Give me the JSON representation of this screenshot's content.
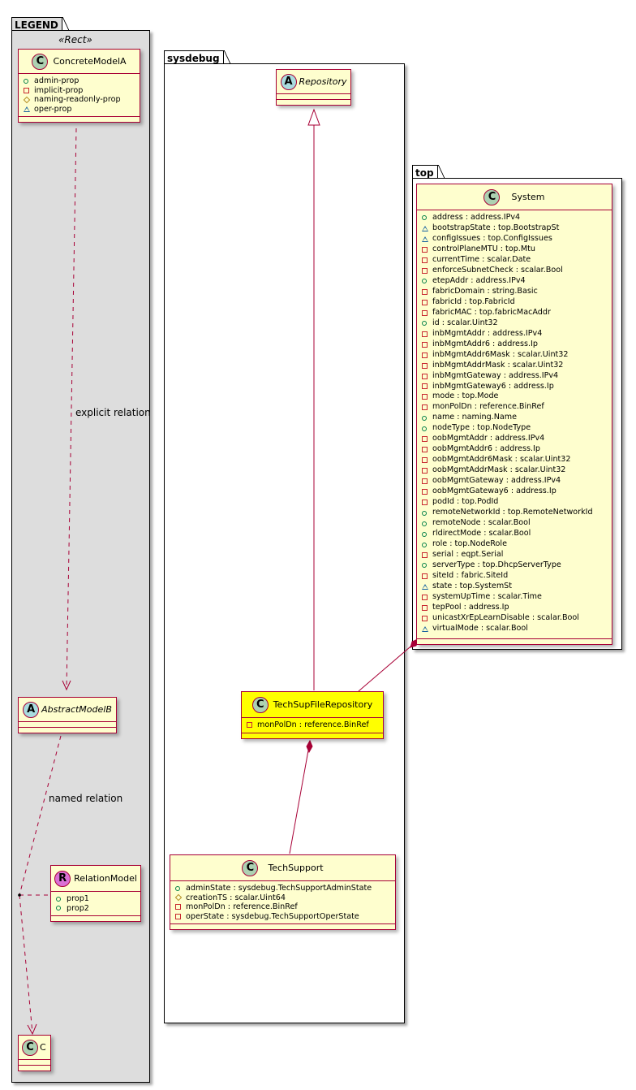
{
  "packages": {
    "legend": {
      "name": "LEGEND",
      "stereotype": "«Rect»"
    },
    "sysdebug": {
      "name": "sysdebug"
    },
    "top": {
      "name": "top"
    }
  },
  "legend_classes": {
    "concrete": {
      "name": "ConcreteModelA",
      "kind": "class",
      "glyph": "C",
      "attributes": [
        {
          "visibility": "public",
          "text": "admin-prop"
        },
        {
          "visibility": "private",
          "text": "implicit-prop"
        },
        {
          "visibility": "protected",
          "text": "naming-readonly-prop"
        },
        {
          "visibility": "package",
          "text": "oper-prop"
        }
      ]
    },
    "abstract": {
      "name": "AbstractModelB",
      "kind": "abstract",
      "glyph": "A"
    },
    "relation": {
      "name": "RelationModel",
      "kind": "relation",
      "glyph": "R",
      "attributes": [
        {
          "visibility": "public",
          "text": "prop1"
        },
        {
          "visibility": "public",
          "text": "prop2"
        }
      ]
    },
    "c": {
      "name": "C",
      "kind": "class",
      "glyph": "C"
    }
  },
  "legend_relations": {
    "explicit": "explicit relation",
    "named": "named relation"
  },
  "classes": {
    "repository": {
      "name": "Repository",
      "kind": "abstract",
      "glyph": "A"
    },
    "techsupfilerepository": {
      "name": "TechSupFileRepository",
      "kind": "class",
      "glyph": "C",
      "highlight": "#ffff00",
      "attributes": [
        {
          "visibility": "private",
          "text": "monPolDn : reference.BinRef"
        }
      ]
    },
    "techsupport": {
      "name": "TechSupport",
      "kind": "class",
      "glyph": "C",
      "attributes": [
        {
          "visibility": "public",
          "text": "adminState : sysdebug.TechSupportAdminState"
        },
        {
          "visibility": "protected",
          "text": "creationTS : scalar.Uint64"
        },
        {
          "visibility": "private",
          "text": "monPolDn : reference.BinRef"
        },
        {
          "visibility": "private",
          "text": "operState : sysdebug.TechSupportOperState"
        }
      ]
    },
    "system": {
      "name": "System",
      "kind": "class",
      "glyph": "C",
      "attributes": [
        {
          "visibility": "public",
          "text": "address : address.IPv4"
        },
        {
          "visibility": "package",
          "text": "bootstrapState : top.BootstrapSt"
        },
        {
          "visibility": "package",
          "text": "configIssues : top.ConfigIssues"
        },
        {
          "visibility": "private",
          "text": "controlPlaneMTU : top.Mtu"
        },
        {
          "visibility": "private",
          "text": "currentTime : scalar.Date"
        },
        {
          "visibility": "private",
          "text": "enforceSubnetCheck : scalar.Bool"
        },
        {
          "visibility": "public",
          "text": "etepAddr : address.IPv4"
        },
        {
          "visibility": "private",
          "text": "fabricDomain : string.Basic"
        },
        {
          "visibility": "private",
          "text": "fabricId : top.FabricId"
        },
        {
          "visibility": "private",
          "text": "fabricMAC : top.fabricMacAddr"
        },
        {
          "visibility": "public",
          "text": "id : scalar.Uint32"
        },
        {
          "visibility": "private",
          "text": "inbMgmtAddr : address.IPv4"
        },
        {
          "visibility": "private",
          "text": "inbMgmtAddr6 : address.Ip"
        },
        {
          "visibility": "private",
          "text": "inbMgmtAddr6Mask : scalar.Uint32"
        },
        {
          "visibility": "private",
          "text": "inbMgmtAddrMask : scalar.Uint32"
        },
        {
          "visibility": "private",
          "text": "inbMgmtGateway : address.IPv4"
        },
        {
          "visibility": "private",
          "text": "inbMgmtGateway6 : address.Ip"
        },
        {
          "visibility": "private",
          "text": "mode : top.Mode"
        },
        {
          "visibility": "private",
          "text": "monPolDn : reference.BinRef"
        },
        {
          "visibility": "public",
          "text": "name : naming.Name"
        },
        {
          "visibility": "public",
          "text": "nodeType : top.NodeType"
        },
        {
          "visibility": "private",
          "text": "oobMgmtAddr : address.IPv4"
        },
        {
          "visibility": "private",
          "text": "oobMgmtAddr6 : address.Ip"
        },
        {
          "visibility": "private",
          "text": "oobMgmtAddr6Mask : scalar.Uint32"
        },
        {
          "visibility": "private",
          "text": "oobMgmtAddrMask : scalar.Uint32"
        },
        {
          "visibility": "private",
          "text": "oobMgmtGateway : address.IPv4"
        },
        {
          "visibility": "private",
          "text": "oobMgmtGateway6 : address.Ip"
        },
        {
          "visibility": "private",
          "text": "podId : top.PodId"
        },
        {
          "visibility": "public",
          "text": "remoteNetworkId : top.RemoteNetworkId"
        },
        {
          "visibility": "public",
          "text": "remoteNode : scalar.Bool"
        },
        {
          "visibility": "public",
          "text": "rldirectMode : scalar.Bool"
        },
        {
          "visibility": "public",
          "text": "role : top.NodeRole"
        },
        {
          "visibility": "private",
          "text": "serial : eqpt.Serial"
        },
        {
          "visibility": "public",
          "text": "serverType : top.DhcpServerType"
        },
        {
          "visibility": "private",
          "text": "siteId : fabric.SiteId"
        },
        {
          "visibility": "package",
          "text": "state : top.SystemSt"
        },
        {
          "visibility": "private",
          "text": "systemUpTime : scalar.Time"
        },
        {
          "visibility": "private",
          "text": "tepPool : address.Ip"
        },
        {
          "visibility": "private",
          "text": "unicastXrEpLearnDisable : scalar.Bool"
        },
        {
          "visibility": "package",
          "text": "virtualMode : scalar.Bool"
        }
      ]
    }
  },
  "relations": [
    {
      "from": "TechSupFileRepository",
      "to": "Repository",
      "type": "generalization"
    },
    {
      "from": "System",
      "to": "TechSupFileRepository",
      "type": "composition"
    },
    {
      "from": "TechSupFileRepository",
      "to": "TechSupport",
      "type": "composition"
    }
  ],
  "colors": {
    "class_fill": "#fefece",
    "class_border": "#a80036",
    "highlight_fill": "#ffff00",
    "legend_bg": "#dddddd",
    "class_glyph": "#add1b2",
    "abstract_glyph": "#a9dcdf",
    "relation_glyph": "#da70d6",
    "vis_public": "#038048",
    "vis_private": "#c82930",
    "vis_protected": "#b38d22",
    "vis_package": "#1963a0"
  }
}
